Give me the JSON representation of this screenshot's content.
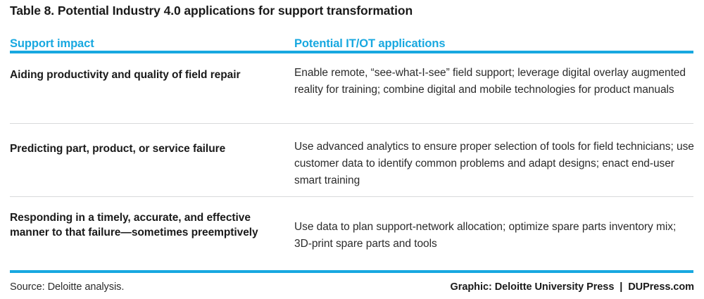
{
  "figure": {
    "title": "Table 8. Potential Industry 4.0 applications for support transformation",
    "accent_color": "#18a8e0",
    "divider_color": "#d9dadb",
    "text_color": "#1a1a1a"
  },
  "table": {
    "columns": [
      {
        "key": "impact",
        "header": "Support impact"
      },
      {
        "key": "applications",
        "header": "Potential IT/OT applications"
      }
    ],
    "rows": [
      {
        "impact": "Aiding productivity and quality of field repair",
        "applications": "Enable remote, “see-what-I-see” field support; leverage digital overlay augmented reality for training; combine digital and mobile technologies for product manuals"
      },
      {
        "impact": "Predicting part, product, or service failure",
        "applications": "Use advanced analytics to ensure proper selection of tools for field technicians; use customer data to identify common problems and adapt designs; enact end-user smart training"
      },
      {
        "impact": "Responding in a timely, accurate, and effective manner to that failure—sometimes preemptively",
        "applications": "Use data to plan support-network allocation; optimize spare parts inventory mix; 3D-print spare parts and tools"
      }
    ]
  },
  "footer": {
    "source": "Source: Deloitte analysis.",
    "credit": "Graphic: Deloitte University Press  |  DUPress.com"
  }
}
